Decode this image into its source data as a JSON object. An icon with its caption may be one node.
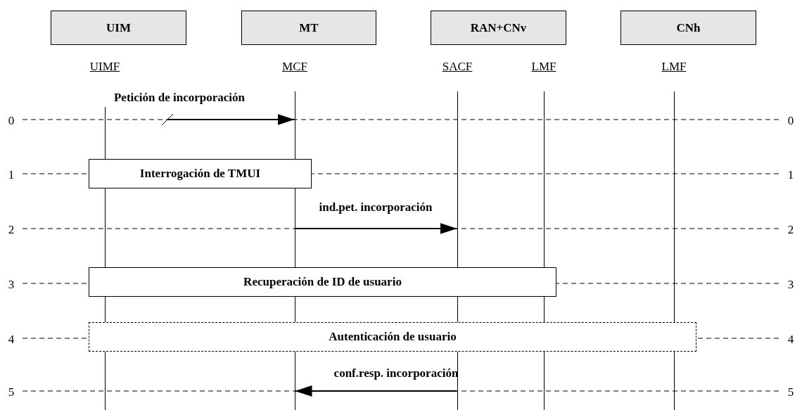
{
  "diagram": {
    "nodes": [
      {
        "text": [
          "UIM"
        ]
      },
      {
        "text": [
          "MT"
        ]
      },
      {
        "text": [
          "RAN+CNv"
        ]
      },
      {
        "text": [
          "CNh"
        ]
      },
      {
        "text": [
          "UIMF"
        ]
      },
      {
        "text": [
          "MCF"
        ]
      },
      {
        "text": [
          "SACF"
        ]
      },
      {
        "text": [
          "LMF"
        ]
      },
      {
        "text": [
          "LMF"
        ]
      },
      {
        "text": [],
        "shape": "bar"
      },
      {
        "text": [],
        "shape": "bar"
      },
      {
        "text": [],
        "shape": "bar"
      },
      {
        "text": [],
        "shape": "bar"
      },
      {
        "text": [],
        "shape": "bar"
      },
      {
        "text": [
          "Interrogación de TMUI"
        ]
      },
      {
        "text": [
          "Recuperación de ID de usuario"
        ]
      },
      {
        "text": [
          "Autenticación de usuario"
        ]
      }
    ],
    "edges": [
      {
        "from": null,
        "to": 10,
        "arrow": "to",
        "label": "Petición de incorporación"
      },
      {
        "from": 10,
        "to": 11,
        "arrow": "to",
        "label": "ind.pet. incorporación"
      },
      {
        "from": 11,
        "to": 10,
        "arrow": "to",
        "label": "conf.resp. incorporación"
      }
    ],
    "labels": [
      "0",
      "0",
      "1",
      "1",
      "2",
      "2",
      "3",
      "3",
      "4",
      "4",
      "5",
      "5"
    ]
  }
}
